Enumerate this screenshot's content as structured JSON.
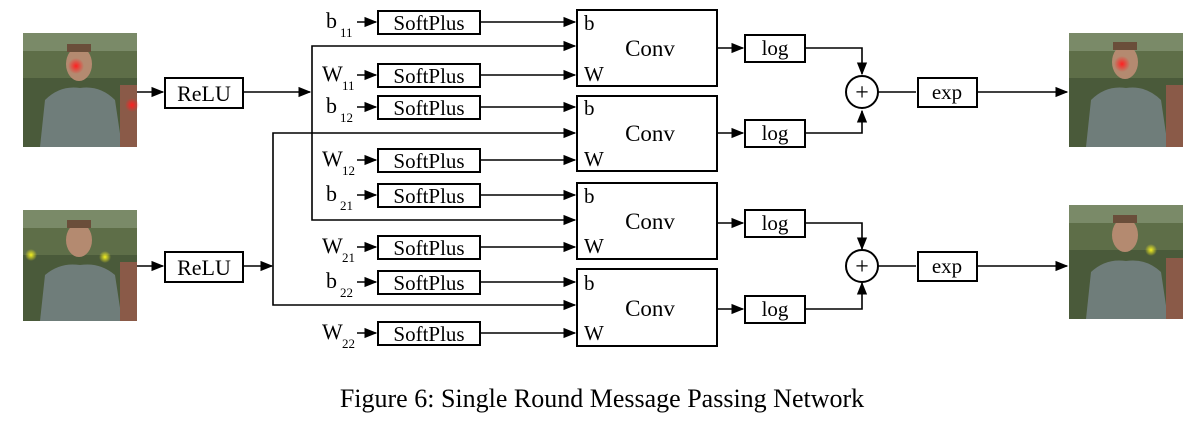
{
  "caption": "Figure 6: Single Round Message Passing Network",
  "relu_label": "ReLU",
  "softplus_label": "SoftPlus",
  "conv_label": "Conv",
  "conv_port_b": "b",
  "conv_port_w": "W",
  "log_label": "log",
  "exp_label": "exp",
  "sum_symbol": "+",
  "params": [
    {
      "base": "b",
      "sub": "11"
    },
    {
      "base": "W",
      "sub": "11"
    },
    {
      "base": "b",
      "sub": "12"
    },
    {
      "base": "W",
      "sub": "12"
    },
    {
      "base": "b",
      "sub": "21"
    },
    {
      "base": "W",
      "sub": "21"
    },
    {
      "base": "b",
      "sub": "22"
    },
    {
      "base": "W",
      "sub": "22"
    }
  ]
}
